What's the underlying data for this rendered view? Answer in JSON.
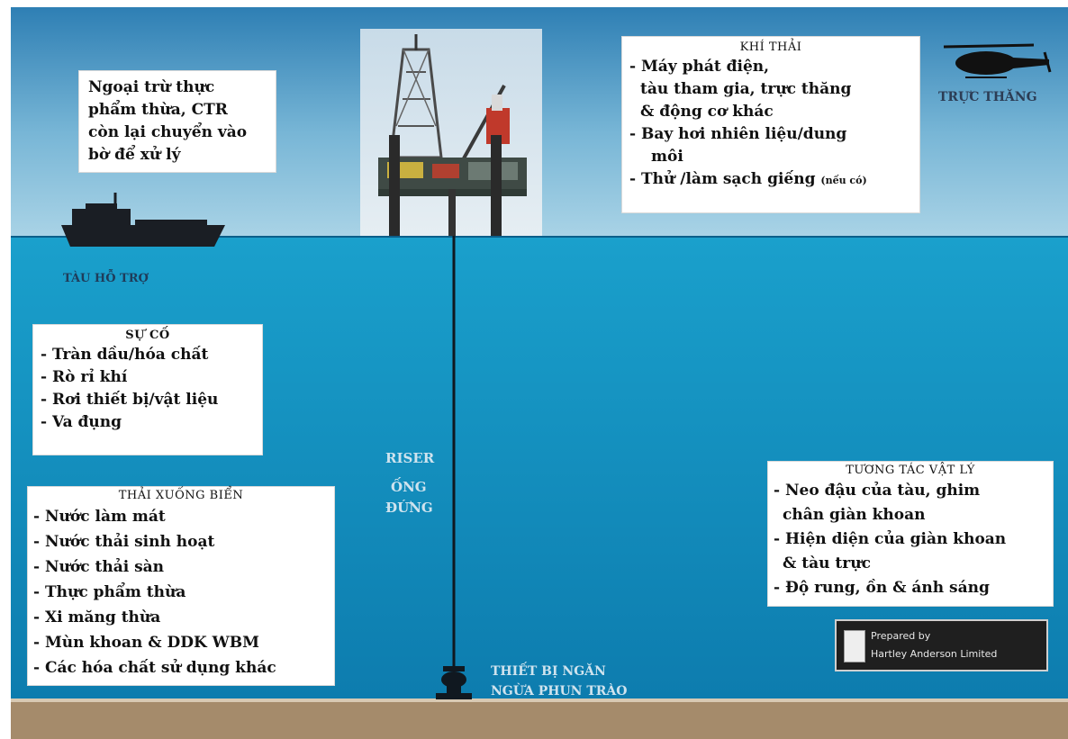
{
  "colors": {
    "sky": "#7cb9d6",
    "sea_top": "#1a95c2",
    "sea_bottom": "#0f7fb0",
    "seabed": "#a48a6a",
    "label_dark": "#2c3d55",
    "label_light": "#cfe3ee"
  },
  "icons": [
    "support-ship-icon",
    "helicopter-icon",
    "drilling-rig-photo",
    "blowout-preventer-icon",
    "hartley-anderson-logo"
  ],
  "boxes": {
    "solid_waste": {
      "lines": [
        "Ngoại trừ thực",
        "phẩm thừa, CTR",
        "còn lại chuyển vào",
        "bờ để xử lý"
      ]
    },
    "emissions": {
      "title": "KHÍ THẢI",
      "lines": [
        "- Máy phát điện,",
        "tàu tham gia, trực thăng",
        "& động cơ khác",
        "- Bay hơi nhiên liệu/dung",
        "môi"
      ],
      "last_line": "- Thử /làm sạch giếng",
      "last_line_note": "(nếu có)"
    },
    "incidents": {
      "title": "SỰ CỐ",
      "lines": [
        "- Tràn dầu/hóa chất",
        "- Rò rỉ khí",
        "- Rơi thiết bị/vật liệu",
        "- Va đụng"
      ]
    },
    "sea_discharge": {
      "title": "THẢI XUỐNG BIỂN",
      "lines": [
        "- Nước làm mát",
        "- Nước thải sinh hoạt",
        "- Nước thải sàn",
        "- Thực phẩm thừa",
        "- Xi măng thừa",
        "- Mùn khoan & DDK WBM",
        "- Các hóa chất sử dụng khác"
      ]
    },
    "physical": {
      "title": "TƯƠNG TÁC VẬT LÝ",
      "lines": [
        "- Neo đậu của tàu, ghim",
        "chân giàn khoan",
        "- Hiện diện của giàn khoan",
        "& tàu trực",
        "- Độ rung, ồn & ánh sáng"
      ]
    }
  },
  "labels": {
    "helicopter": "TRỰC THĂNG",
    "support_ship": "TÀU HỖ TRỢ",
    "riser": "RISER",
    "riser_vn_1": "ỐNG",
    "riser_vn_2": "ĐỨNG",
    "bop_1": "THIẾT BỊ NGĂN",
    "bop_2": "NGỪA PHUN TRÀO"
  },
  "prepared_by": {
    "line1": "Prepared by",
    "line2": "Hartley Anderson Limited"
  }
}
